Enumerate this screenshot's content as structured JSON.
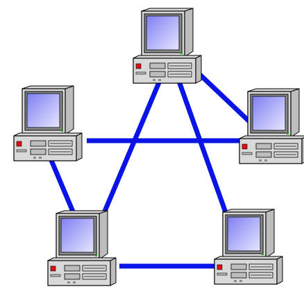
{
  "diagram": {
    "type": "network-topology",
    "node_icon": "desktop-computer-icon",
    "link_color": "#0a14e6",
    "nodes": [
      {
        "id": "top"
      },
      {
        "id": "left"
      },
      {
        "id": "right"
      },
      {
        "id": "bottom-left"
      },
      {
        "id": "bottom-right"
      }
    ],
    "links": [
      {
        "from": "top",
        "to": "bottom-left"
      },
      {
        "from": "top",
        "to": "bottom-right"
      },
      {
        "from": "top",
        "to": "right"
      },
      {
        "from": "left",
        "to": "right"
      },
      {
        "from": "left",
        "to": "bottom-left"
      },
      {
        "from": "bottom-left",
        "to": "bottom-right"
      }
    ],
    "colors": {
      "case_light": "#d9d9d9",
      "case_mid": "#bdbdbd",
      "case_dark": "#8a8a8a",
      "outline": "#000000",
      "screen_top": "#7f7ff2",
      "screen_bottom": "#e6e6ff",
      "power_led": "#e01010",
      "status_led": "#1aa01a"
    }
  }
}
